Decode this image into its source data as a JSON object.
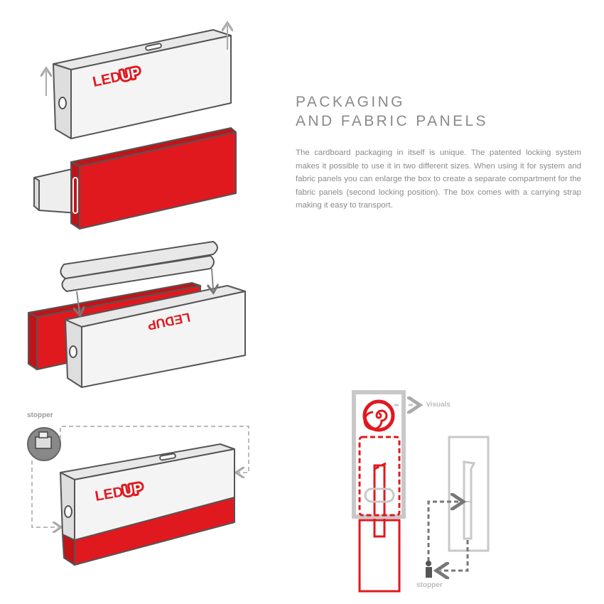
{
  "heading": {
    "line1": "PACKAGING",
    "line2": "AND FABRIC PANELS"
  },
  "description": "The cardboard packaging in itself is unique. The patented locking system makes it possible to use it in two different sizes. When using it for system and fabric panels you can enlarge the box to create a separate compartment for the fabric panels (second locking position). The box comes with a carrying strap making it easy to transport.",
  "brand": {
    "logo_text": "LEDUP",
    "accent": "#e0191f",
    "gray": "#c8c8c8",
    "outline": "#555555"
  },
  "labels": {
    "stopper_left": "stopper",
    "visuals": "visuals",
    "stopper_right": "stopper"
  }
}
